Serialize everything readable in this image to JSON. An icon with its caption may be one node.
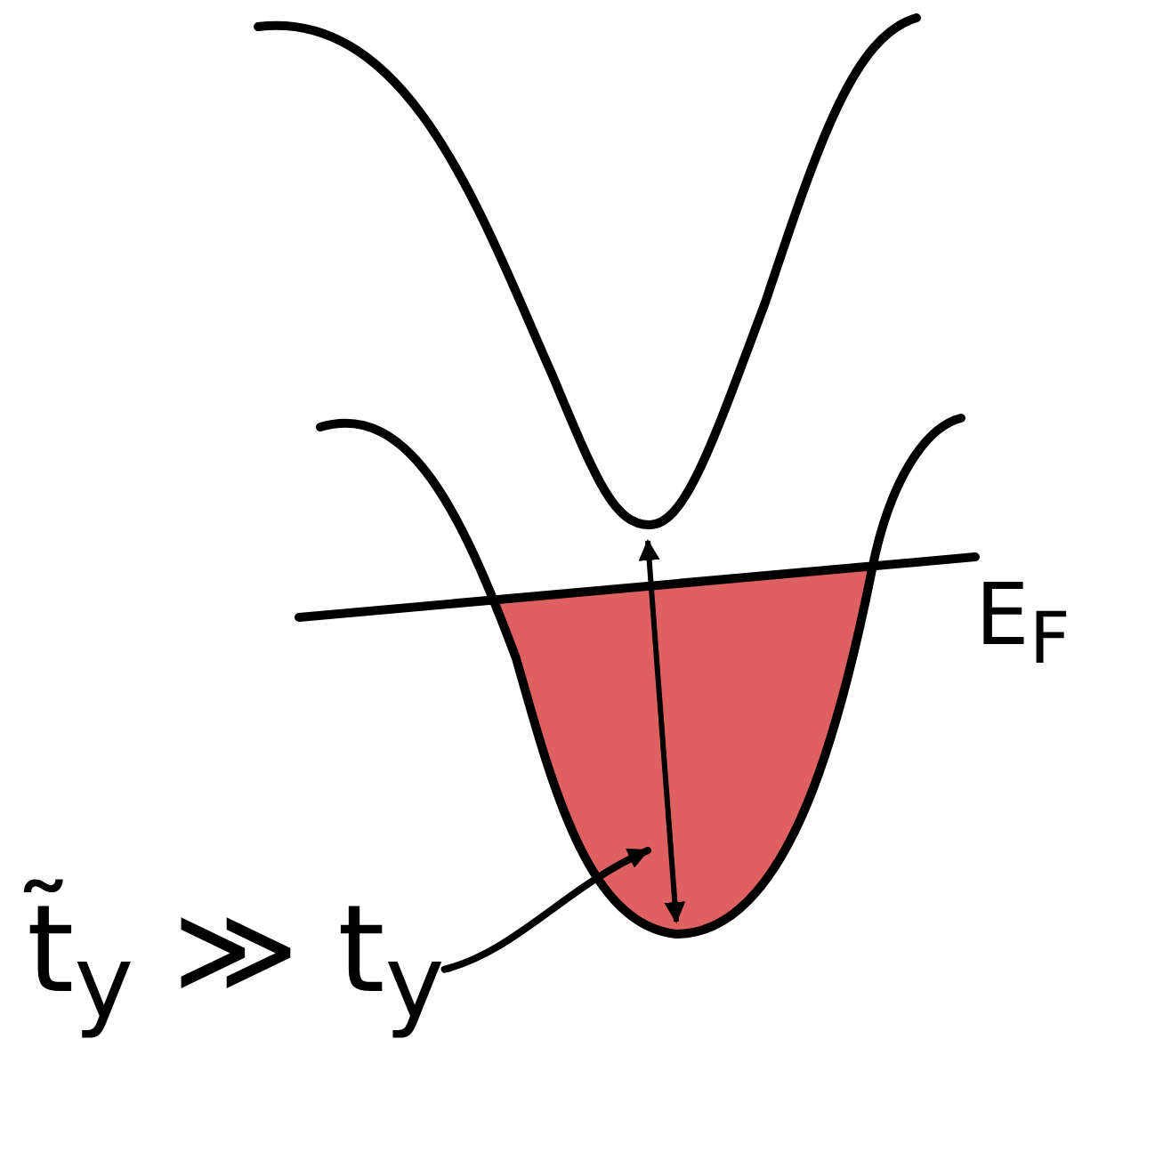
{
  "diagram": {
    "nodes": [
      {
        "text": [
          "t̃$_{y}$ ≫ t$_{y}$"
        ]
      },
      {
        "text": [],
        "shape": "arrow"
      }
    ],
    "edges": [
      {
        "from": 0,
        "to": 1,
        "arrow": "to"
      }
    ],
    "labels": [
      "E$_{F}$"
    ]
  }
}
